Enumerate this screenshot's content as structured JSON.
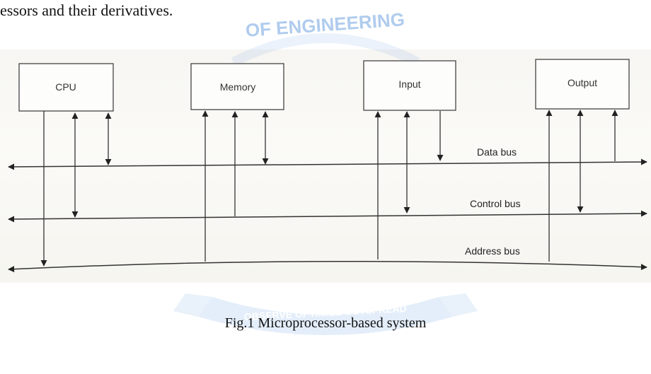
{
  "intro_text": "essors and their derivatives.",
  "watermark": {
    "top_text": "OF ENGINEERING",
    "ribbon_text": "OBSERVE OPTIMIZE OUTSPREAD",
    "color": "#6fa3e0"
  },
  "blocks": {
    "cpu": "CPU",
    "memory": "Memory",
    "input": "Input",
    "output": "Output"
  },
  "buses": {
    "data": "Data bus",
    "control": "Control bus",
    "address": "Address bus"
  },
  "caption": "Fig.1 Microprocessor-based system"
}
